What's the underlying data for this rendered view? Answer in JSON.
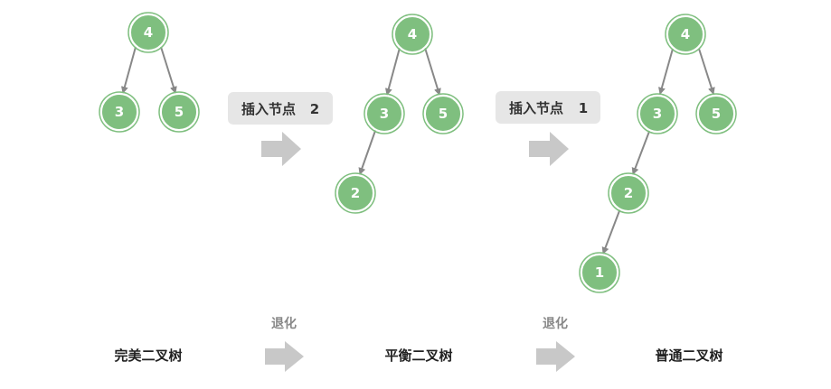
{
  "colors": {
    "node_fill": "#7fbf7f",
    "node_stroke": "#5aa35a",
    "edge": "#888888",
    "arrow": "#c8c8c8",
    "op_box": "#e6e6e6"
  },
  "trees": [
    {
      "id": "t1",
      "label": "完美二叉树",
      "nodes": [
        "4",
        "3",
        "5"
      ]
    },
    {
      "id": "t2",
      "label": "平衡二叉树",
      "nodes": [
        "4",
        "3",
        "5",
        "2"
      ]
    },
    {
      "id": "t3",
      "label": "普通二叉树",
      "nodes": [
        "4",
        "3",
        "5",
        "2",
        "1"
      ]
    }
  ],
  "operations": [
    {
      "label": "插入节点",
      "value": "2"
    },
    {
      "label": "插入节点",
      "value": "1"
    }
  ],
  "transitions": [
    {
      "label": "退化"
    },
    {
      "label": "退化"
    }
  ]
}
